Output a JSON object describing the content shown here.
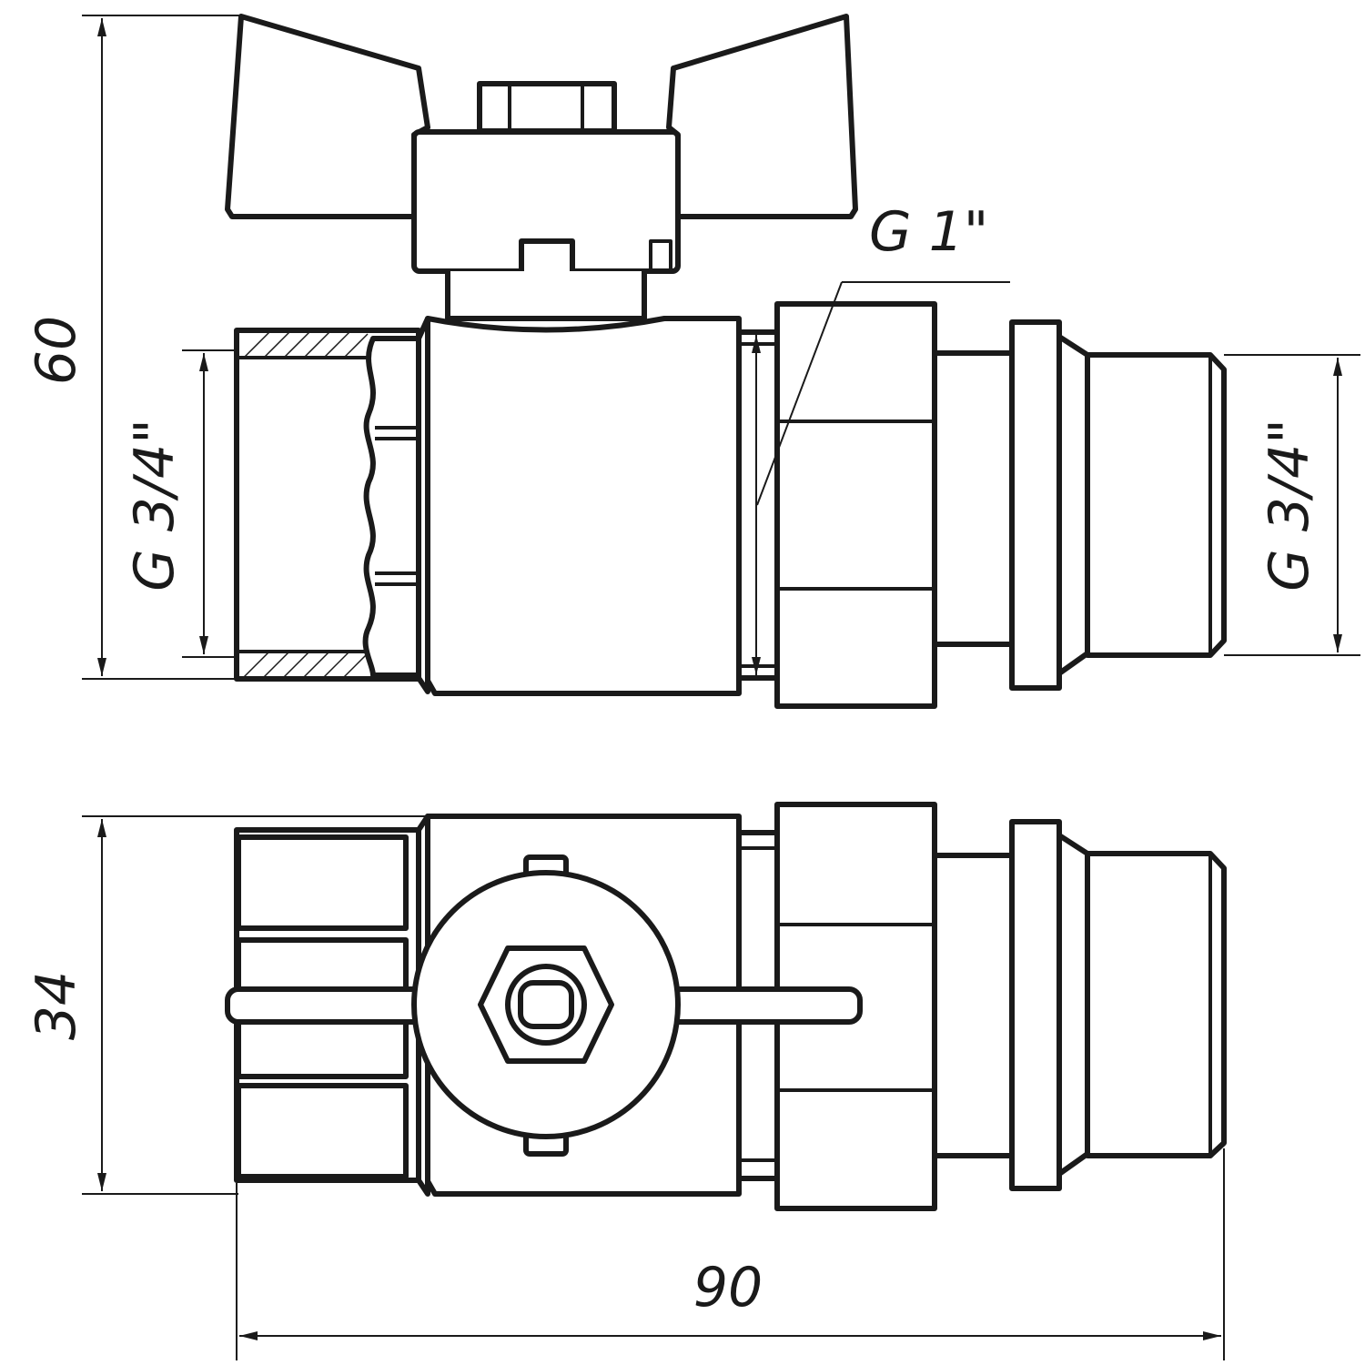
{
  "drawing": {
    "line_color": "#1a1a1a",
    "background": "#ffffff",
    "dimensions": {
      "overall_height": "60",
      "overall_width": "90",
      "top_view_height": "34"
    },
    "thread_labels": {
      "inlet_female": "G 3/4\"",
      "outlet_male": "G 3/4\"",
      "union_nut": "G 1\""
    },
    "icons": {
      "handle": "butterfly-handle-icon",
      "stem_nut": "hex-nut-icon"
    }
  }
}
